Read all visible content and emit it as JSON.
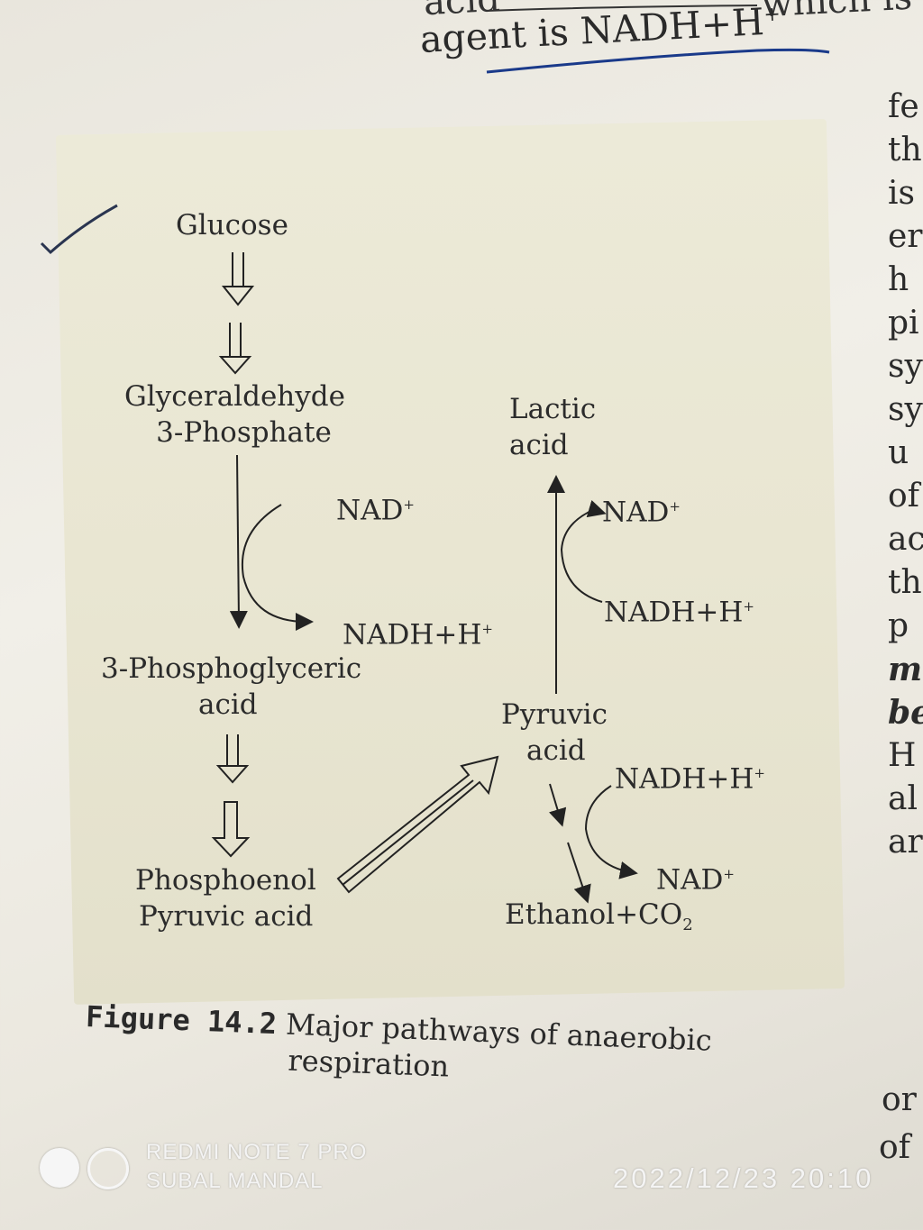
{
  "header": {
    "top_cut": "acid",
    "line": "agent is NADH+H",
    "sup": "+",
    "tail": "which is"
  },
  "right_margin": [
    "fe",
    "th",
    "is",
    "er",
    "h",
    "pi",
    "sy",
    "sy",
    "u",
    "of",
    "ac",
    "th",
    "p",
    "m",
    "be",
    "H",
    "al",
    "ar",
    "or",
    "of"
  ],
  "diagram": {
    "glucose": "Glucose",
    "g3p_line1": "Glyceraldehyde",
    "g3p_line2": "3-Phosphate",
    "nad_1": "NAD",
    "nadh_1": "NADH+H",
    "pga_line1": "3-Phosphoglyceric",
    "pga_line2": "acid",
    "pep_line1": "Phosphoenol",
    "pep_line2": "Pyruvic acid",
    "lactic_line1": "Lactic",
    "lactic_line2": "acid",
    "nad_2": "NAD",
    "nadh_2": "NADH+H",
    "pyruvic_line1": "Pyruvic",
    "pyruvic_line2": "acid",
    "nadh_3": "NADH+H",
    "nad_3": "NAD",
    "ethanol": "Ethanol+CO",
    "ethanol_sub": "2",
    "plus": "+"
  },
  "caption": {
    "label": "Figure 14.2",
    "text_line1": "Major pathways of anaerobic",
    "text_line2": "respiration"
  },
  "watermark": {
    "model": "REDMI NOTE 7 PRO",
    "owner": "SUBAL MANDAL",
    "timestamp": "2022/12/23 20:10"
  }
}
